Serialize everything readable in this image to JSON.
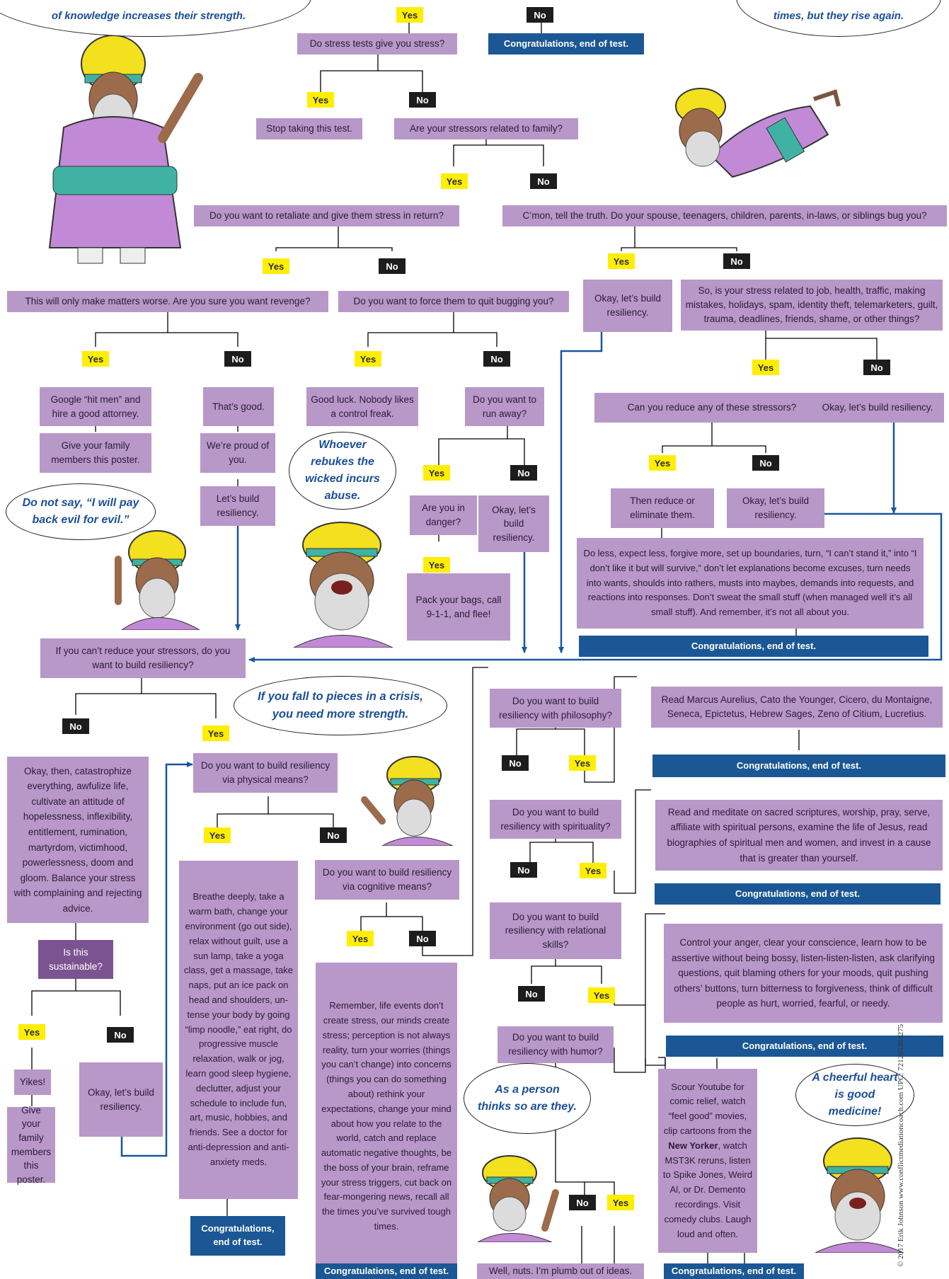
{
  "labels": {
    "yes": "Yes",
    "no": "No"
  },
  "bubbles": {
    "top_left": "of knowledge increases their strength.",
    "top_right": "times, but they rise again.",
    "rebukes": "Whoever rebukes the wicked incurs abuse.",
    "evil": "Do not say, “I will pay back evil for evil.”",
    "pieces": "If you fall to pieces in a crisis, you need more strength.",
    "thinks": "As a person thinks so are they.",
    "cheerful": "A cheerful heart is good medicine!"
  },
  "nodes": {
    "stress_tests": "Do stress tests give you stress?",
    "congrats_top": "Congratulations, end of test.",
    "stop_test": "Stop taking this test.",
    "family": "Are your stressors related to family?",
    "retaliate": "Do you want to retaliate and give them stress in return?",
    "cmon": "C’mon, tell the truth. Do your spouse, teenagers, children, parents, in-laws, or siblings bug you?",
    "revenge": "This will only make matters worse. Are you sure you want revenge?",
    "force_quit": "Do you want to force them to quit bugging you?",
    "build_1": "Okay, let’s build resiliency.",
    "job_health": "So, is your stress related to job, health, traffic, making mistakes, holidays, spam, identity theft, telemarketers, guilt, trauma, deadlines, friends, shame, or other things?",
    "hitmen": "Google “hit men” and hire a good attorney.",
    "poster_1": "Give your family members this poster.",
    "thats_good": "That’s good.",
    "proud": "We’re proud of you.",
    "lets_build": "Let’s build resiliency.",
    "good_luck": "Good luck. Nobody likes a control freak.",
    "run_away": "Do you want to run away?",
    "danger": "Are you in danger?",
    "build_2": "Okay, let’s build resiliency.",
    "pack_bags": "Pack your bags, call 9-1-1, and flee!",
    "reduce_q": "Can you reduce any of these stressors?",
    "build_3": "Okay, let’s build resiliency.",
    "reduce_them": "Then reduce or eliminate them.",
    "build_4": "Okay, let’s build resiliency.",
    "do_less": "Do less, expect less, forgive more, set up boundaries, turn, “I can’t stand it,” into “I don’t like it but will survive,” don’t let explanations become excuses, turn needs into wants, shoulds into rathers, musts into maybes, demands into requests, and reactions into responses. Don’t sweat the small stuff (when managed well it’s all small stuff). And remember, it’s not all about you.",
    "congrats_mid": "Congratulations, end of test.",
    "cant_reduce": "If you can’t reduce your stressors, do you want to build resiliency?",
    "catastrophize": "Okay, then, catastrophize everything, awfulize life, cultivate an attitude of hopelessness, inflexibility, entitlement, rumination, martyrdom, victimhood, powerlessness, doom and gloom. Balance your stress with complaining and rejecting advice.",
    "sustainable": "Is this sustainable?",
    "yikes": "Yikes!",
    "poster_2": "Give your family members this poster.",
    "build_5": "Okay, let’s build resiliency.",
    "physical": "Do you want to build resiliency via physical means?",
    "breathe": "Breathe deeply, take a warm bath, change your environment (go out side), relax without guilt, use a sun lamp, take a yoga class, get a massage, take naps, put an ice pack on head and shoulders, un-tense your body by going “limp noodle,” eat right, do progressive muscle relaxation, walk or jog, learn good sleep hygiene, declutter, adjust your schedule to include fun, art, music, hobbies, and friends. See a doctor for anti-depression and anti-anxiety meds.",
    "congrats_physical": "Congratulations, end of test.",
    "cognitive": "Do you want to build resiliency via cognitive means?",
    "remember": "Remember, life events don’t create stress, our minds create stress; perception is not always reality, turn your worries (things you can’t change) into concerns (things you can do something about) rethink your expectations, change your mind about how you relate to the world, catch and replace automatic negative thoughts, be the boss of your brain, reframe your stress triggers, cut back on fear-mongering news, recall all the times you’ve survived tough times.",
    "congrats_cognitive": "Congratulations, end of test.",
    "philosophy": "Do you want to build resiliency with philosophy?",
    "read_marcus": "Read Marcus Aurelius, Cato the Younger, Cicero, du Montaigne, Seneca, Epictetus, Hebrew Sages, Zeno of Citium, Lucretius.",
    "congrats_philosophy": "Congratulations, end of test.",
    "spirituality": "Do you want to build resiliency with spirituality?",
    "meditate": "Read and meditate on sacred scriptures, worship, pray, serve, affiliate with spiritual persons, examine the life of Jesus, read biographies of spiritual men and women, and invest in a cause that is greater than yourself.",
    "congrats_spirituality": "Congratulations, end of test.",
    "relational": "Do you want to build resiliency with relational skills?",
    "anger": "Control your anger, clear your conscience, learn how to be assertive without being bossy, listen-listen-listen, ask clarifying questions, quit blaming others for your moods, quit pushing others’ buttons, turn bitterness to forgiveness, think of difficult people as hurt, worried, fearful, or needy.",
    "congrats_relational": "Congratulations, end of test.",
    "humor": "Do you want to build resiliency with humor?",
    "youtube_a": "Scour Youtube for comic relief, watch “feel good” movies, clip cartoons from the ",
    "youtube_b": "New Yorker",
    "youtube_c": ", watch MST3K reruns, listen to Spike Jones, Weird Al, or Dr. Demento recordings. Visit comedy clubs. Laugh loud and often.",
    "congrats_cog_bottom": "Congratulations, end of test.",
    "nuts": "Well, nuts. I’m plumb out of ideas.",
    "congrats_humor": "Congratulations, end of test."
  },
  "copyright": "© 2017  Erik Johnson www.conflictmediationcoach.com  UPC: 721205384275",
  "colors": {
    "question": "#b898c8",
    "end": "#1b5795",
    "yes": "#ffee00",
    "no": "#1d1d1d",
    "line": "#000000",
    "arrow": "#1a55a0",
    "quote": "#1c4f97"
  }
}
